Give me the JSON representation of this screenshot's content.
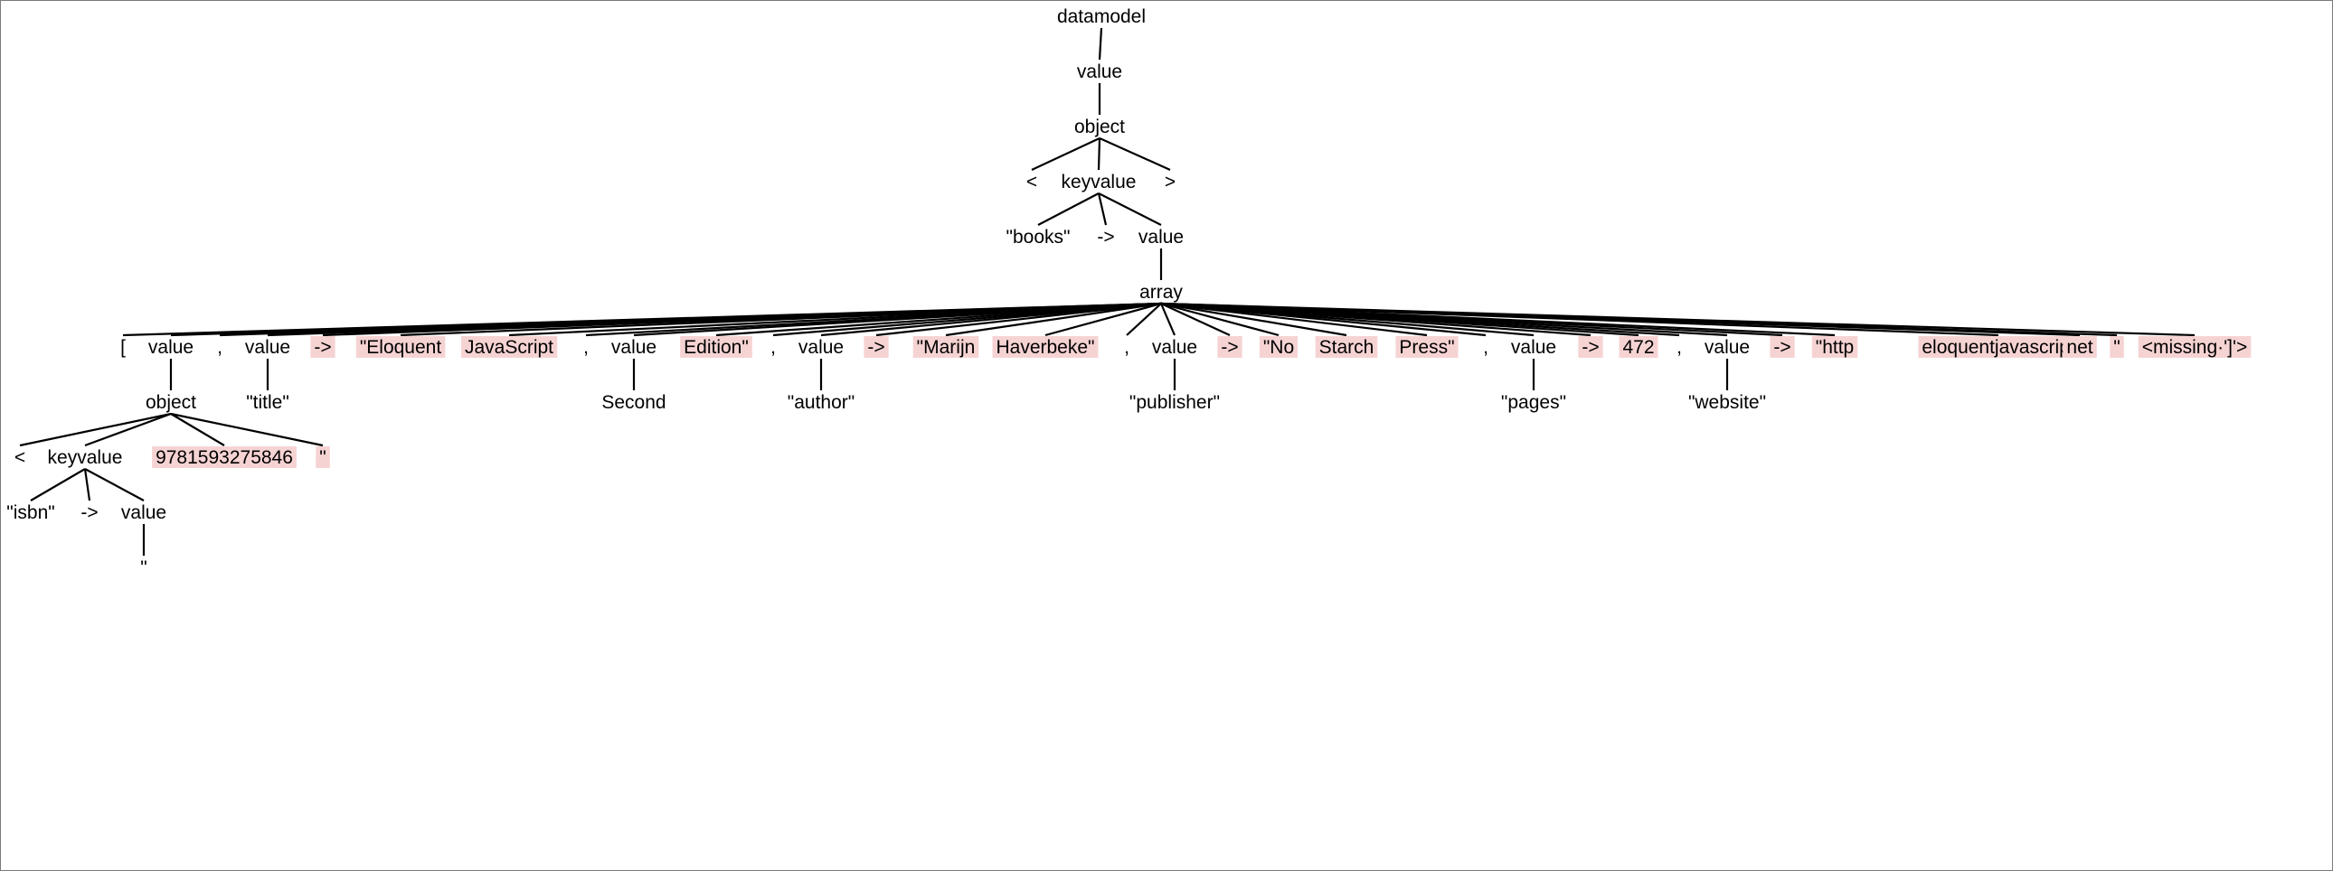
{
  "colors": {
    "error_highlight": "#f6d3d3",
    "edge": "#000000",
    "background": "#ffffff"
  },
  "tree": {
    "n_root": "datamodel",
    "n_v1": "value",
    "n_obj1": "object",
    "n_lt1": "<",
    "n_kv1": "keyvalue",
    "n_gt1": ">",
    "n_books": "\"books\"",
    "n_arrow1": "->",
    "n_v2": "value",
    "n_array": "array",
    "n_lbr": "[",
    "n_v3": "value",
    "n_c1": ",",
    "n_v4": "value",
    "n_e_arrow_a": "->",
    "n_e_eloquent": "\"Eloquent",
    "n_e_javascript": "JavaScript",
    "n_c2": ",",
    "n_v5": "value",
    "n_e_edition": "Edition\"",
    "n_c3": ",",
    "n_v6": "value",
    "n_e_arrow_b": "->",
    "n_e_marijn": "\"Marijn",
    "n_e_haverbeke": "Haverbeke\"",
    "n_c4": ",",
    "n_v7": "value",
    "n_e_arrow_c": "->",
    "n_e_no": "\"No",
    "n_e_starch": "Starch",
    "n_e_press": "Press\"",
    "n_c5": ",",
    "n_v8": "value",
    "n_e_arrow_d": "->",
    "n_e_472": "472",
    "n_c6": ",",
    "n_v9": "value",
    "n_e_arrow_e": "->",
    "n_e_http": "\"http",
    "n_e_eloquentjavascript": "eloquentjavascript",
    "n_e_net": "net",
    "n_e_quote2": "\"",
    "n_e_missing": "<missing·']'>",
    "n_obj2": "object",
    "n_title": "\"title\"",
    "n_second": "Second",
    "n_author": "\"author\"",
    "n_publisher": "\"publisher\"",
    "n_pages": "\"pages\"",
    "n_website": "\"website\"",
    "n_lt2": "<",
    "n_kv2": "keyvalue",
    "n_e_isbn_num": "9781593275846",
    "n_e_quote1": "\"",
    "n_isbn": "\"isbn\"",
    "n_arrow2": "->",
    "n_v10": "value",
    "n_quote_leaf": "\""
  }
}
